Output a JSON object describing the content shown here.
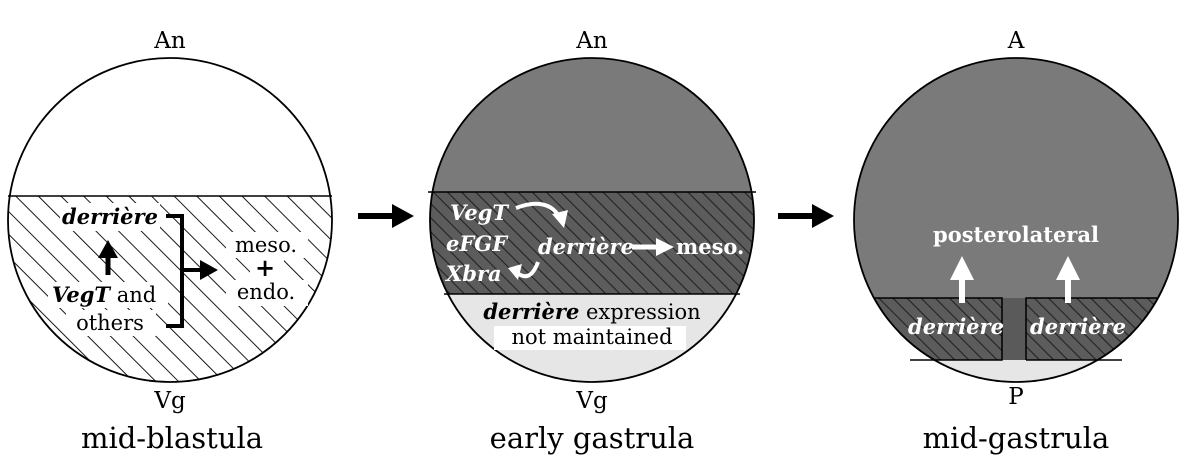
{
  "colors": {
    "dark_gray": "#7a7a7a",
    "hatch_bg_dark": "#5c5c5c",
    "light_gray": "#e6e6e6",
    "white": "#ffffff",
    "black": "#000000"
  },
  "panel1": {
    "top": "An",
    "bottom": "Vg",
    "title": "mid-blastula",
    "derriere": "derrière",
    "vegt": "VegT",
    "and": " and",
    "others": "others",
    "meso": "meso.",
    "plus": "+",
    "endo": "endo."
  },
  "panel2": {
    "top": "An",
    "bottom": "Vg",
    "title": "early gastrula",
    "vegt": "VegT",
    "efgf": "eFGF",
    "xbra": "Xbra",
    "derriere": "derrière",
    "meso": "meso.",
    "note_derriere": "derrière",
    "note_rest": " expression",
    "note_line2": "not maintained"
  },
  "panel3": {
    "top": "A",
    "bottom": "P",
    "title": "mid-gastrula",
    "posterolateral": "posterolateral",
    "derriere_left": "derrière",
    "derriere_right": "derrière"
  }
}
